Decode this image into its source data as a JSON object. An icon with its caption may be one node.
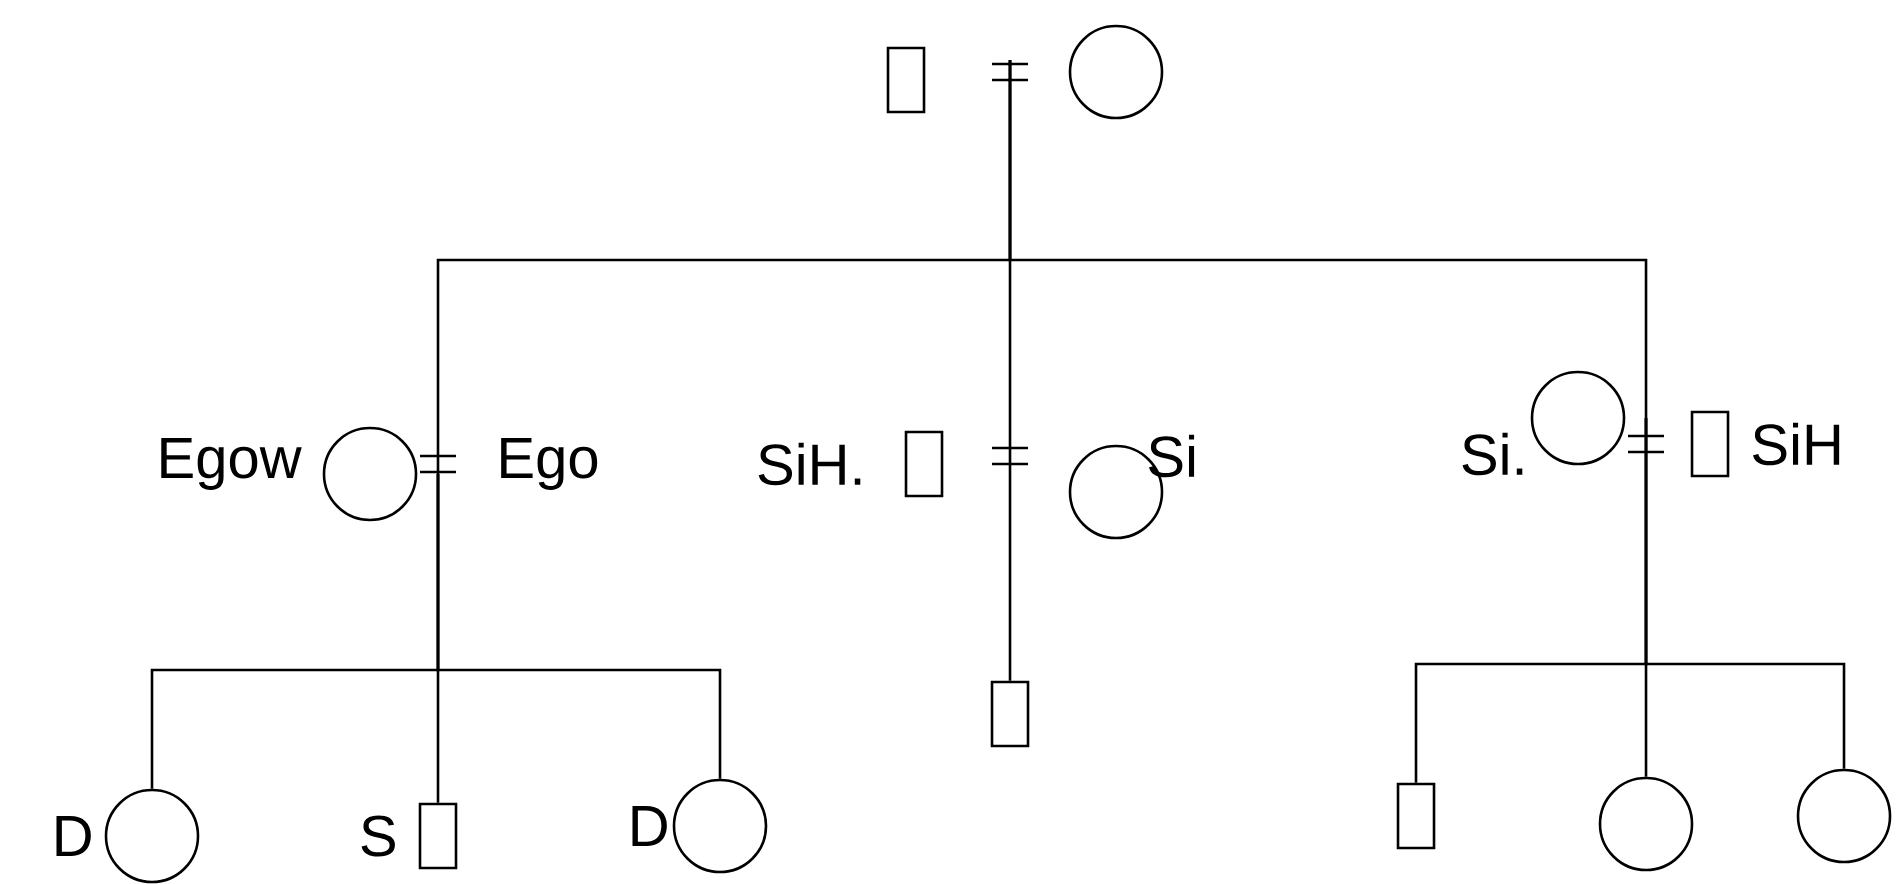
{
  "diagram": {
    "nodes": [
      {
        "text": [],
        "shape": "box"
      },
      {
        "text": [],
        "shape": "circle"
      },
      {
        "text": [],
        "shape": "circle",
        "beside": [
          "Egow"
        ]
      },
      {
        "text": [],
        "shape": "box",
        "beside": [
          "SiH."
        ]
      },
      {
        "text": [],
        "shape": "circle",
        "beside": [
          "Si"
        ]
      },
      {
        "text": [],
        "shape": "circle",
        "beside": [
          "Si."
        ]
      },
      {
        "text": [],
        "shape": "box",
        "beside": [
          "SiH"
        ]
      },
      {
        "text": [],
        "shape": "box"
      },
      {
        "text": [],
        "shape": "circle",
        "beside": [
          "D"
        ]
      },
      {
        "text": [],
        "shape": "box",
        "beside": [
          "S"
        ]
      },
      {
        "text": [],
        "shape": "circle",
        "beside": [
          "D"
        ]
      },
      {
        "text": [],
        "shape": "box"
      },
      {
        "text": [],
        "shape": "circle"
      },
      {
        "text": [],
        "shape": "circle"
      }
    ],
    "edges": [
      {
        "from": null,
        "to": 9,
        "arrow": "none"
      },
      {
        "from": null,
        "to": 7,
        "arrow": "none"
      },
      {
        "from": null,
        "to": 12,
        "arrow": "none"
      },
      {
        "from": 2,
        "to": 8,
        "arrow": "none"
      },
      {
        "from": 2,
        "to": 10,
        "arrow": "none"
      },
      {
        "from": 5,
        "to": 11,
        "arrow": "none"
      },
      {
        "from": 5,
        "to": 13,
        "arrow": "none"
      }
    ],
    "labels": [
      "Ego"
    ]
  }
}
